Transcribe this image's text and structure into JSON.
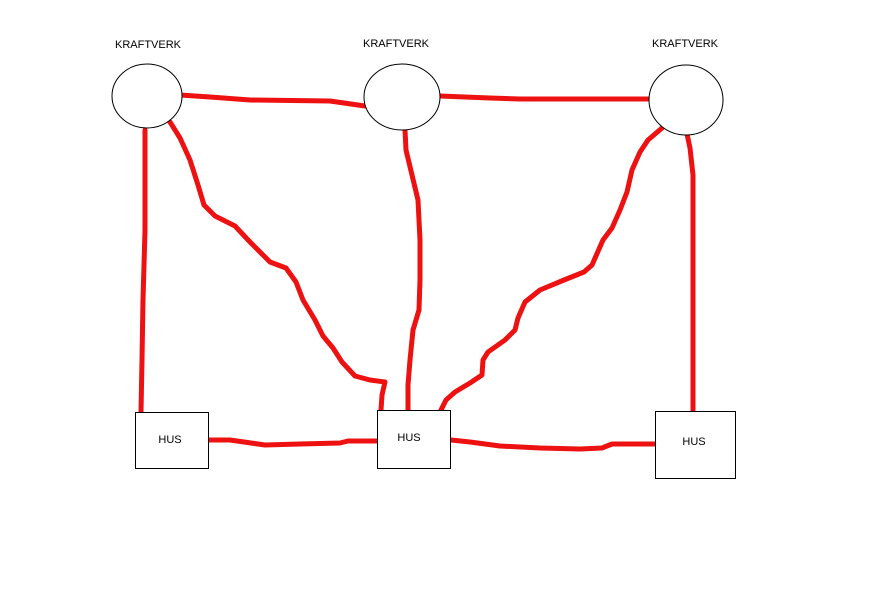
{
  "diagram": {
    "colors": {
      "background": "#ffffff",
      "wire": "#ee1111",
      "outline": "#000000"
    },
    "plants": [
      {
        "id": "p1",
        "label": "KRAFTVERK"
      },
      {
        "id": "p2",
        "label": "KRAFTVERK"
      },
      {
        "id": "p3",
        "label": "KRAFTVERK"
      }
    ],
    "houses": [
      {
        "id": "h1",
        "label": "HUS"
      },
      {
        "id": "h2",
        "label": "HUS"
      },
      {
        "id": "h3",
        "label": "HUS"
      }
    ],
    "connections": [
      {
        "from": "p1",
        "to": "p2"
      },
      {
        "from": "p2",
        "to": "p3"
      },
      {
        "from": "p1",
        "to": "h1"
      },
      {
        "from": "p1",
        "to": "h2"
      },
      {
        "from": "p2",
        "to": "h2"
      },
      {
        "from": "p3",
        "to": "h2"
      },
      {
        "from": "p3",
        "to": "h3"
      },
      {
        "from": "h1",
        "to": "h2"
      },
      {
        "from": "h2",
        "to": "h3"
      }
    ]
  }
}
